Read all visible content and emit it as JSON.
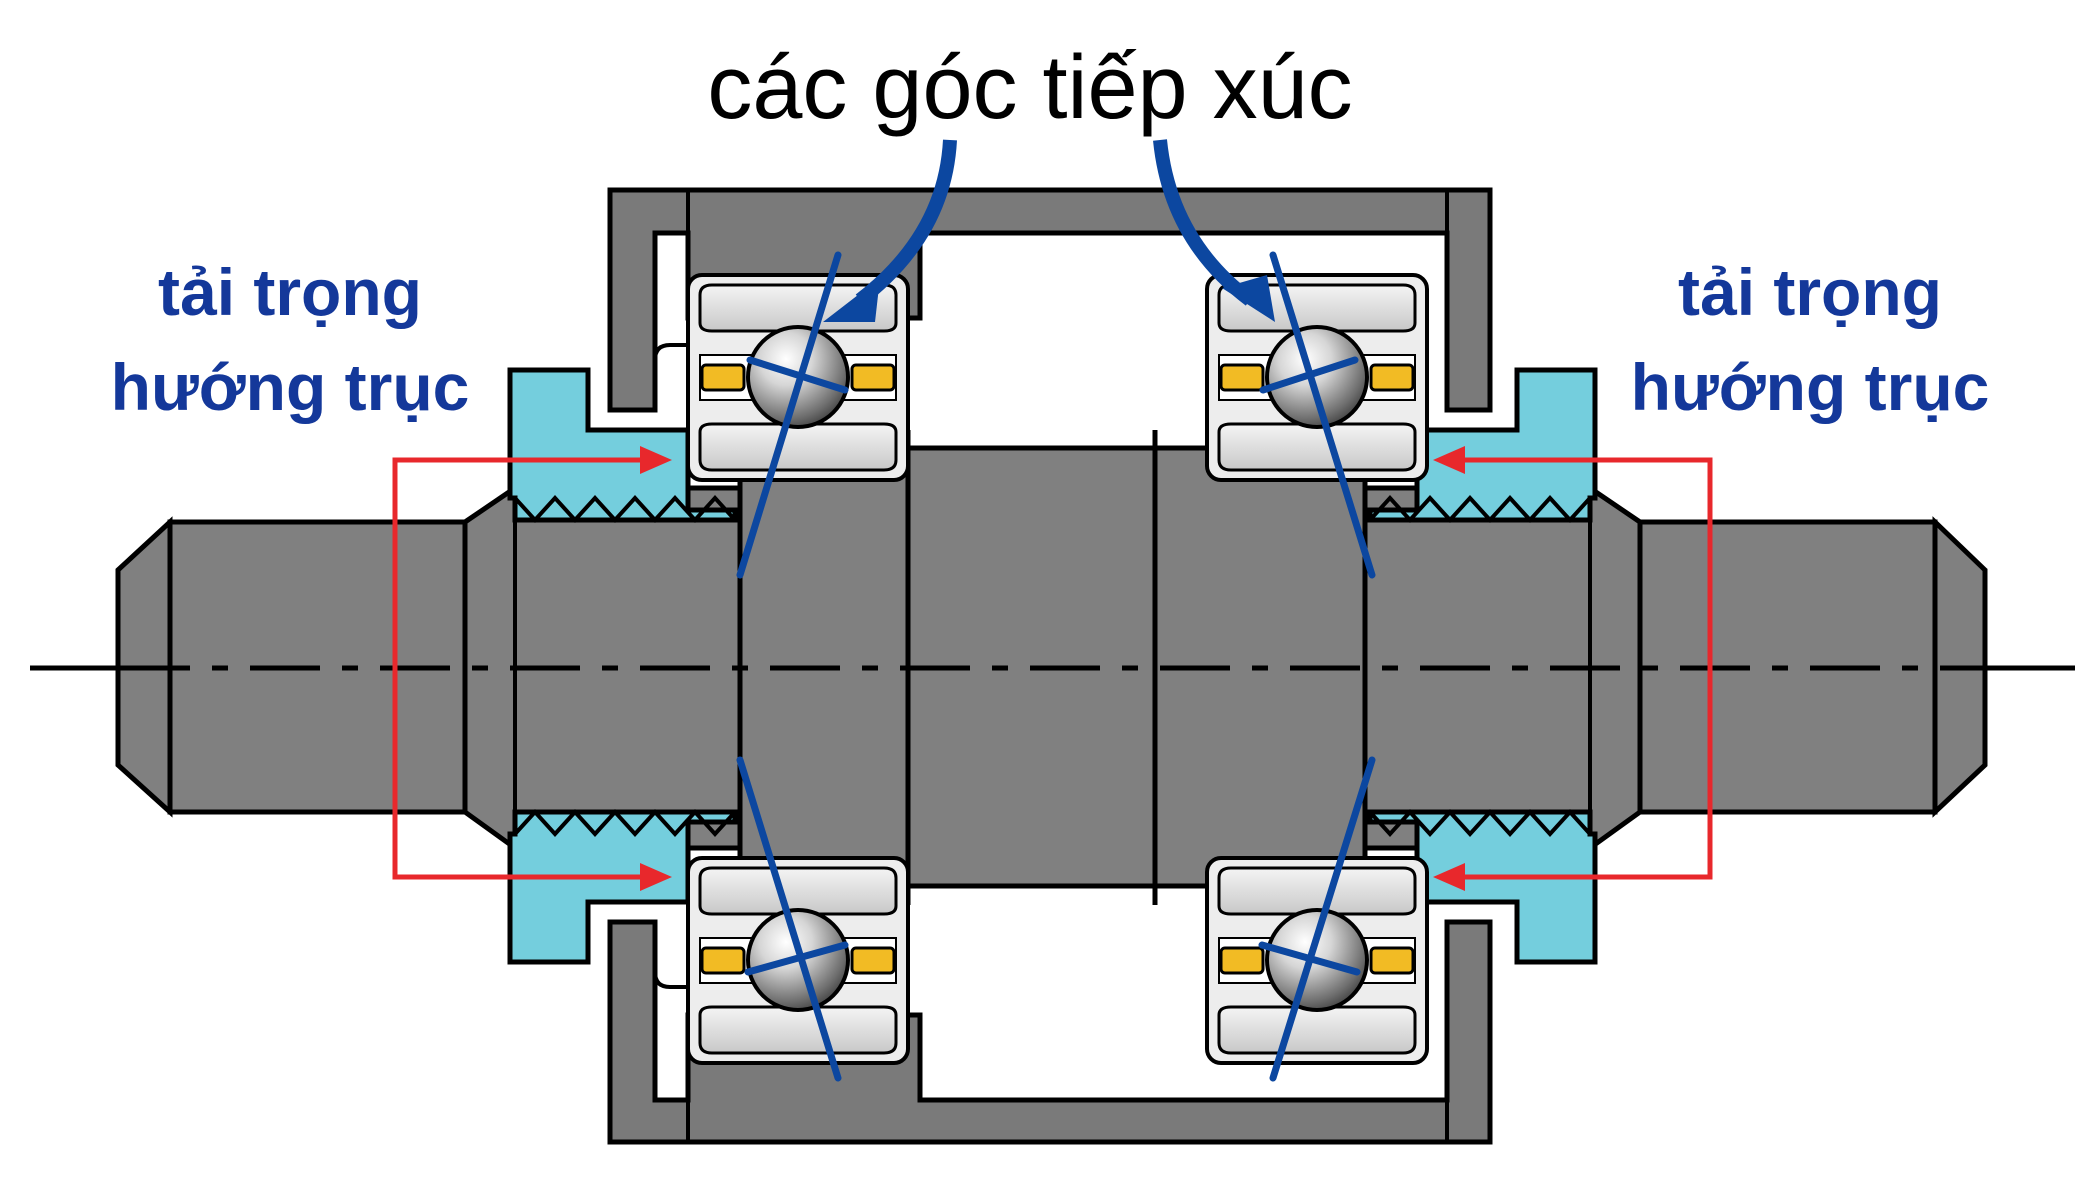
{
  "title": "các góc tiếp xúc",
  "left_label": {
    "line1": "tải trọng",
    "line2": "hướng trục"
  },
  "right_label": {
    "line1": "tải trọng",
    "line2": "hướng trục"
  },
  "colors": {
    "shaft_gray": "#808080",
    "housing_gray": "#7a7a7a",
    "nut_cyan": "#74cedd",
    "bearing_silver": "#d9d9d9",
    "cage_yellow": "#f2bb24",
    "contact_line_blue": "#0c47a0",
    "label_blue": "#14389a",
    "load_arrow_red": "#e8282c",
    "outline": "#000000"
  }
}
